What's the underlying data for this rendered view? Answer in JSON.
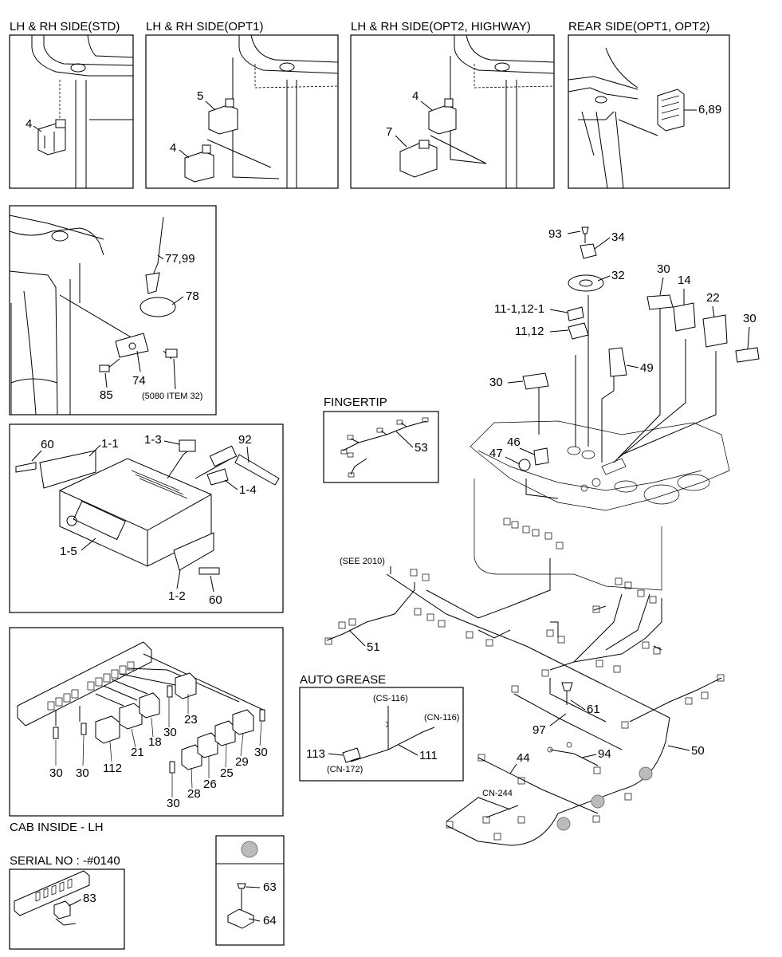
{
  "titles": {
    "std": "LH & RH SIDE(STD)",
    "opt1": "LH & RH SIDE(OPT1)",
    "opt2": "LH & RH SIDE(OPT2, HIGHWAY)",
    "rear": "REAR SIDE(OPT1, OPT2)",
    "fingertip": "FINGERTIP",
    "auto_grease": "AUTO GREASE",
    "cab_inside": "CAB INSIDE - LH",
    "serial": "SERIAL NO : -#0140"
  },
  "callouts": {
    "std_4": "4",
    "opt1_5": "5",
    "opt1_4": "4",
    "opt2_4": "4",
    "opt2_7": "7",
    "rear_6_89": "6,89",
    "ant_77_99": "77,99",
    "ant_78": "78",
    "ant_74": "74",
    "ant_85": "85",
    "ant_5080": "(5080 ITEM 32)",
    "radio_60a": "60",
    "radio_1_1": "1-1",
    "radio_1_3": "1-3",
    "radio_92": "92",
    "radio_1_4": "1-4",
    "radio_1_5": "1-5",
    "radio_1_2": "1-2",
    "radio_60b": "60",
    "sw_23": "23",
    "sw_30a": "30",
    "sw_18": "18",
    "sw_21": "21",
    "sw_112": "112",
    "sw_30b": "30",
    "sw_30c": "30",
    "sw_30d": "30",
    "sw_29": "29",
    "sw_25": "25",
    "sw_26": "26",
    "sw_28": "28",
    "sw_30e": "30",
    "ser_83": "83",
    "det_63": "63",
    "det_64": "64",
    "fing_53": "53",
    "ag_cs116": "(CS-116)",
    "ag_cn116": "(CN-116)",
    "ag_113": "113",
    "ag_111": "111",
    "ag_cn172": "(CN-172)",
    "m_93": "93",
    "m_34": "34",
    "m_32": "32",
    "m_30a": "30",
    "m_14": "14",
    "m_22": "22",
    "m_30b": "30",
    "m_11_1": "11-1,12-1",
    "m_11_12": "11,12",
    "m_49": "49",
    "m_30c": "30",
    "m_46": "46",
    "m_47": "47",
    "m_see2010": "(SEE 2010)",
    "m_51": "51",
    "m_61": "61",
    "m_97": "97",
    "m_50": "50",
    "m_44": "44",
    "m_94": "94",
    "m_cn244": "CN-244"
  }
}
